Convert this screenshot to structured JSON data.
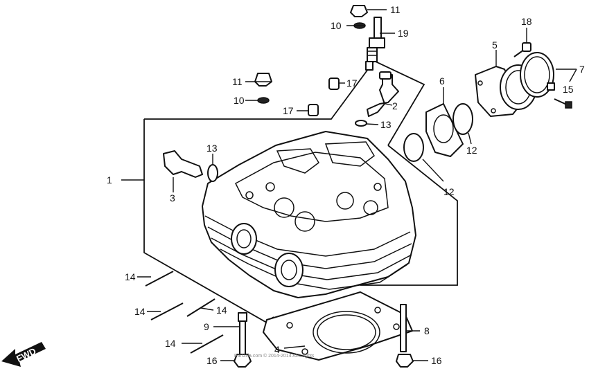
{
  "diagram": {
    "forward_label": "FWD",
    "copyright_note": "Partzilla.com © 2014-2014 ALL rights",
    "callouts": {
      "c1": "1",
      "c2": "2",
      "c3": "3",
      "c4": "4",
      "c5": "5",
      "c6": "6",
      "c7": "7",
      "c8": "8",
      "c9": "9",
      "c10a": "10",
      "c10b": "10",
      "c11a": "11",
      "c11b": "11",
      "c12a": "12",
      "c12b": "12",
      "c13a": "13",
      "c13b": "13",
      "c14a": "14",
      "c14b": "14",
      "c14c": "14",
      "c14d": "14",
      "c15": "15",
      "c16a": "16",
      "c16b": "16",
      "c17a": "17",
      "c17b": "17",
      "c18": "18",
      "c19": "19"
    }
  }
}
